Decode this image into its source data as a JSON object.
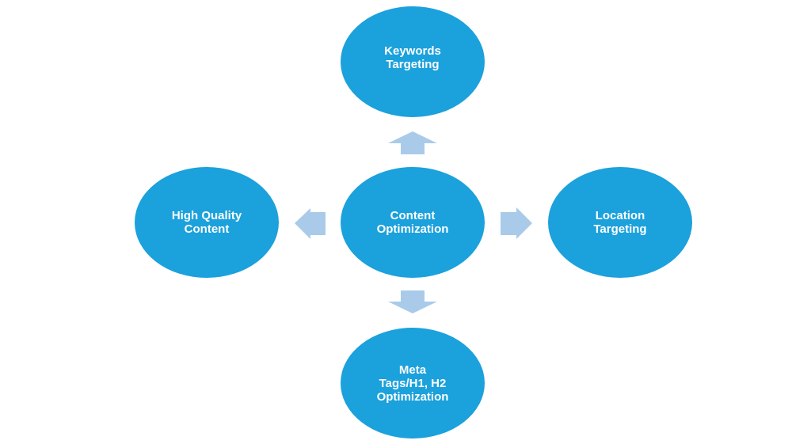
{
  "colors": {
    "node_fill": "#1ba1dc",
    "arrow_fill": "#a9cbe9",
    "node_text": "#ffffff",
    "background": "#ffffff"
  },
  "nodes": {
    "top": "Keywords\nTargeting",
    "center": "Content\nOptimization",
    "left": "High Quality\nContent",
    "right": "Location\nTargeting",
    "bottom": "Meta\nTags/H1, H2\nOptimization"
  }
}
